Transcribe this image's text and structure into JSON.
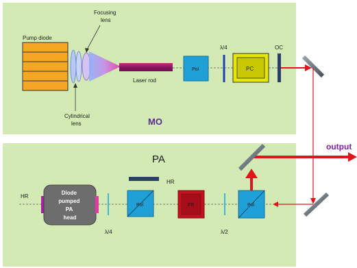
{
  "mo": {
    "title": "MO",
    "pump_diode": "Pump diode",
    "focusing_lens": [
      "Focusing",
      "lens"
    ],
    "cylindrical_lens": [
      "Cylindrical",
      "lens"
    ],
    "laser_rod": "Laser rod",
    "pol": "Pol",
    "quarter_wave": "λ/4",
    "pc": "PC",
    "oc": "OC"
  },
  "pa": {
    "title": "PA",
    "hr_left": "HR",
    "head": [
      "Diode",
      "pumped",
      "PA",
      "head"
    ],
    "hr_mirror": "HR",
    "pol_left": "Pol",
    "fr": "FR",
    "pol_right": "Pol",
    "quarter_wave": "λ/4",
    "half_wave": "λ/2"
  },
  "output": "output",
  "colors": {
    "panel_green": "#d3eab4",
    "pol_blue": "#1fa1d8",
    "pc_yellow": "#e6e600",
    "fr_red": "#c1121f",
    "beam_red": "#e0151b",
    "rod_magenta": "#a01a6e",
    "output_purple": "#7b1fa2"
  }
}
